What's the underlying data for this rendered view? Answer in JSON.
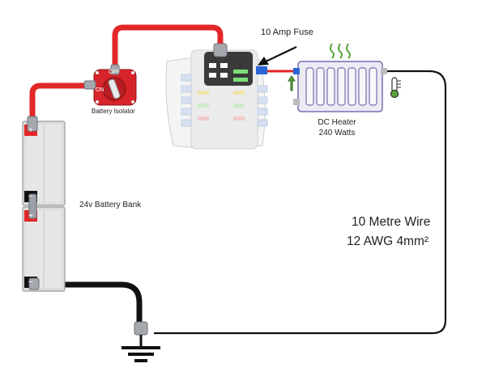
{
  "labels": {
    "fuse_note": "10 Amp Fuse",
    "isolator": "Battery Isolator",
    "isolator_off": "OFF",
    "isolator_on": "ON",
    "heater_name": "DC Heater",
    "heater_power": "240 Watts",
    "battery_bank": "24v Battery Bank",
    "wire_length": "10 Metre Wire",
    "wire_gauge": "12 AWG 4mm²",
    "plus": "+",
    "minus": "–"
  },
  "colors": {
    "positive_wire": "#e32626",
    "negative_wire": "#111111",
    "isolator_body": "#d7242a",
    "battery_case": "#d9d9d9",
    "heater_frame": "#7a6db0",
    "heat_waves": "#5aa33a"
  }
}
